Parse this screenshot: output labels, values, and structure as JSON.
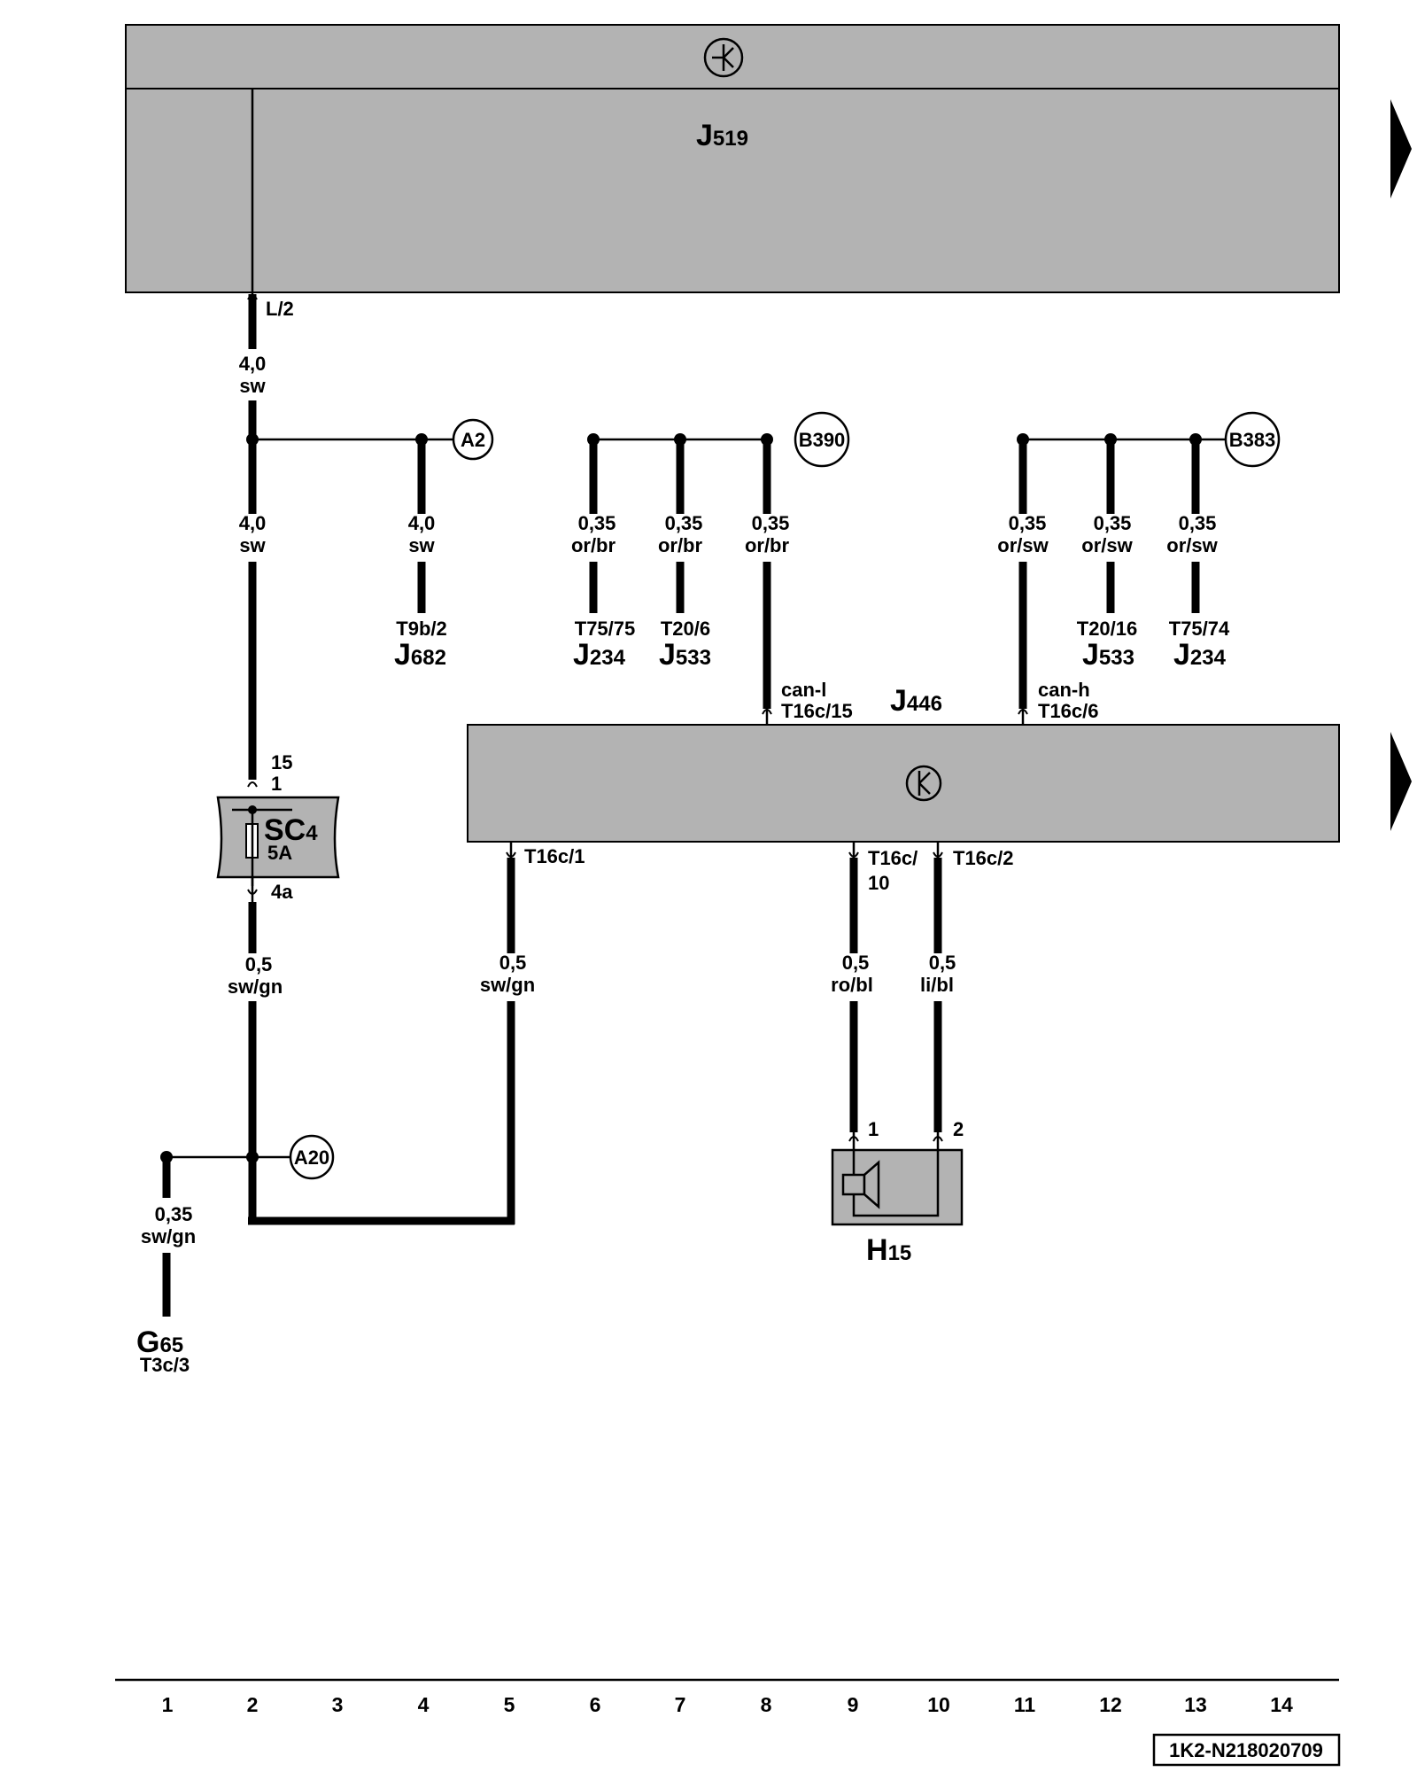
{
  "components": {
    "j519": {
      "name": "J",
      "sub": "519"
    },
    "j446": {
      "name": "J",
      "sub": "446"
    },
    "sc4": {
      "name": "SC",
      "sub": "4",
      "rating": "5A"
    },
    "h15": {
      "name": "H",
      "sub": "15"
    },
    "g65": {
      "name": "G",
      "sub": "65",
      "pin": "T3c/3"
    },
    "j682": {
      "name": "J",
      "sub": "682",
      "pin": "T9b/2"
    },
    "j234_a": {
      "name": "J",
      "sub": "234",
      "pin": "T75/75"
    },
    "j533_a": {
      "name": "J",
      "sub": "533",
      "pin": "T20/6"
    },
    "j533_b": {
      "name": "J",
      "sub": "533",
      "pin": "T20/16"
    },
    "j234_b": {
      "name": "J",
      "sub": "234",
      "pin": "T75/74"
    }
  },
  "connectors": {
    "a2": "A2",
    "b390": "B390",
    "b383": "B383",
    "a20": "A20"
  },
  "pins": {
    "l2": "L/2",
    "sc_in_top": "15",
    "sc_in_bottom": "1",
    "sc_out": "4a",
    "can_l": "can-l",
    "can_l_pin": "T16c/15",
    "can_h": "can-h",
    "can_h_pin": "T16c/6",
    "t16c1": "T16c/1",
    "t16c10_a": "T16c/",
    "t16c10_b": "10",
    "t16c2": "T16c/2",
    "h15_pin1": "1",
    "h15_pin2": "2"
  },
  "wires": {
    "w1": {
      "size": "4,0",
      "color": "sw"
    },
    "w2": {
      "size": "4,0",
      "color": "sw"
    },
    "w3": {
      "size": "4,0",
      "color": "sw"
    },
    "w4": {
      "size": "0,35",
      "color": "or/br"
    },
    "w5": {
      "size": "0,35",
      "color": "or/br"
    },
    "w6": {
      "size": "0,35",
      "color": "or/br"
    },
    "w7": {
      "size": "0,35",
      "color": "or/sw"
    },
    "w8": {
      "size": "0,35",
      "color": "or/sw"
    },
    "w9": {
      "size": "0,35",
      "color": "or/sw"
    },
    "w10": {
      "size": "0,5",
      "color": "sw/gn"
    },
    "w11": {
      "size": "0,5",
      "color": "sw/gn"
    },
    "w12": {
      "size": "0,5",
      "color": "ro/bl"
    },
    "w13": {
      "size": "0,5",
      "color": "li/bl"
    },
    "w14": {
      "size": "0,35",
      "color": "sw/gn"
    }
  },
  "columns": [
    "1",
    "2",
    "3",
    "4",
    "5",
    "6",
    "7",
    "8",
    "9",
    "10",
    "11",
    "12",
    "13",
    "14"
  ],
  "footer_code": "1K2-N218020709",
  "colors": {
    "box_fill": "#b3b3b3",
    "line": "#000000"
  }
}
